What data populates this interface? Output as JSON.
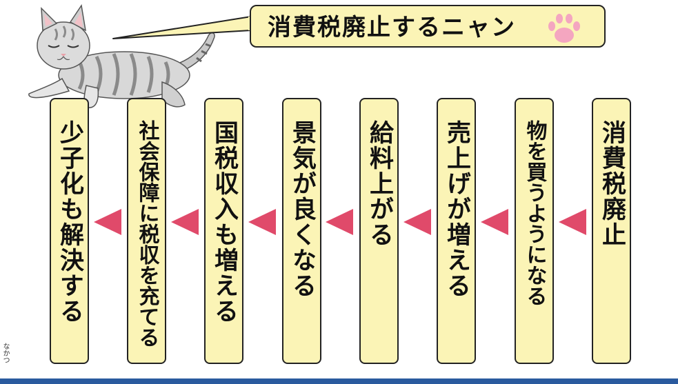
{
  "speech_bubble": {
    "text": "消費税廃止するニャン"
  },
  "icons": {
    "paw": "paw-icon",
    "cat": "cat-illustration"
  },
  "colors": {
    "box_fill": "#fbf4b6",
    "arrow": "#e04a6a",
    "paw": "#f4a6c0",
    "bottom_bar": "#2a5a9e"
  },
  "flow": [
    "消費税廃止",
    "物を買うようになる",
    "売上げが増える",
    "給料上がる",
    "景気が良くなる",
    "国税収入も増える",
    "社会保障に税収を充てる",
    "少子化も解決する"
  ],
  "credit": "なかつ"
}
